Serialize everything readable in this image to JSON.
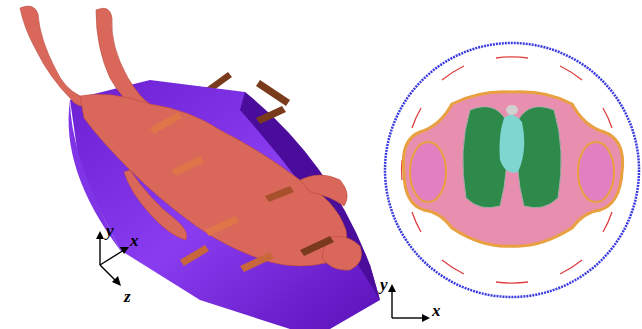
{
  "diagram": {
    "labels": [
      "y",
      "x",
      "z",
      "y",
      "x"
    ]
  }
}
